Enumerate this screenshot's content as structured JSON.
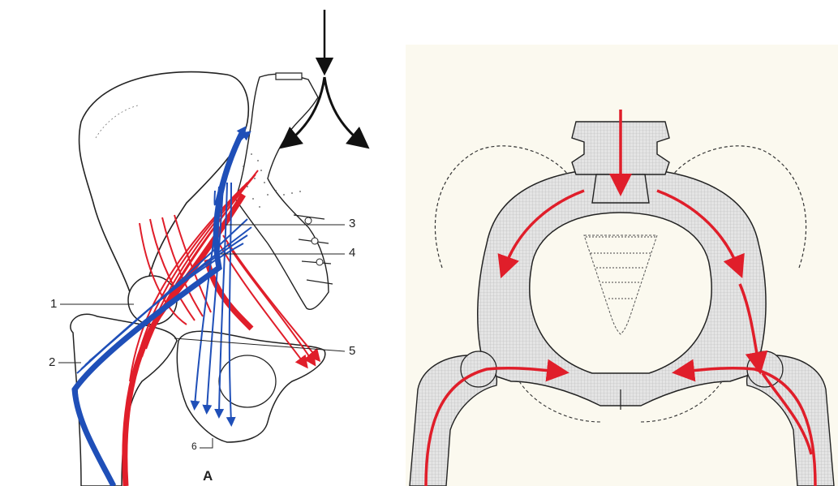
{
  "left_figure": {
    "caption": "A",
    "callouts": [
      {
        "id": "label-1",
        "text": "1"
      },
      {
        "id": "label-2",
        "text": "2"
      },
      {
        "id": "label-3",
        "text": "3"
      },
      {
        "id": "label-4",
        "text": "4"
      },
      {
        "id": "label-5",
        "text": "5"
      },
      {
        "id": "label-6",
        "text": "6"
      }
    ]
  },
  "colors": {
    "red_trabeculae": "#e01e2a",
    "blue_trabeculae": "#1f4fb8",
    "outline": "#222222",
    "bone_fill": "#d9d9d9",
    "panel_background": "#fbf9ef"
  }
}
